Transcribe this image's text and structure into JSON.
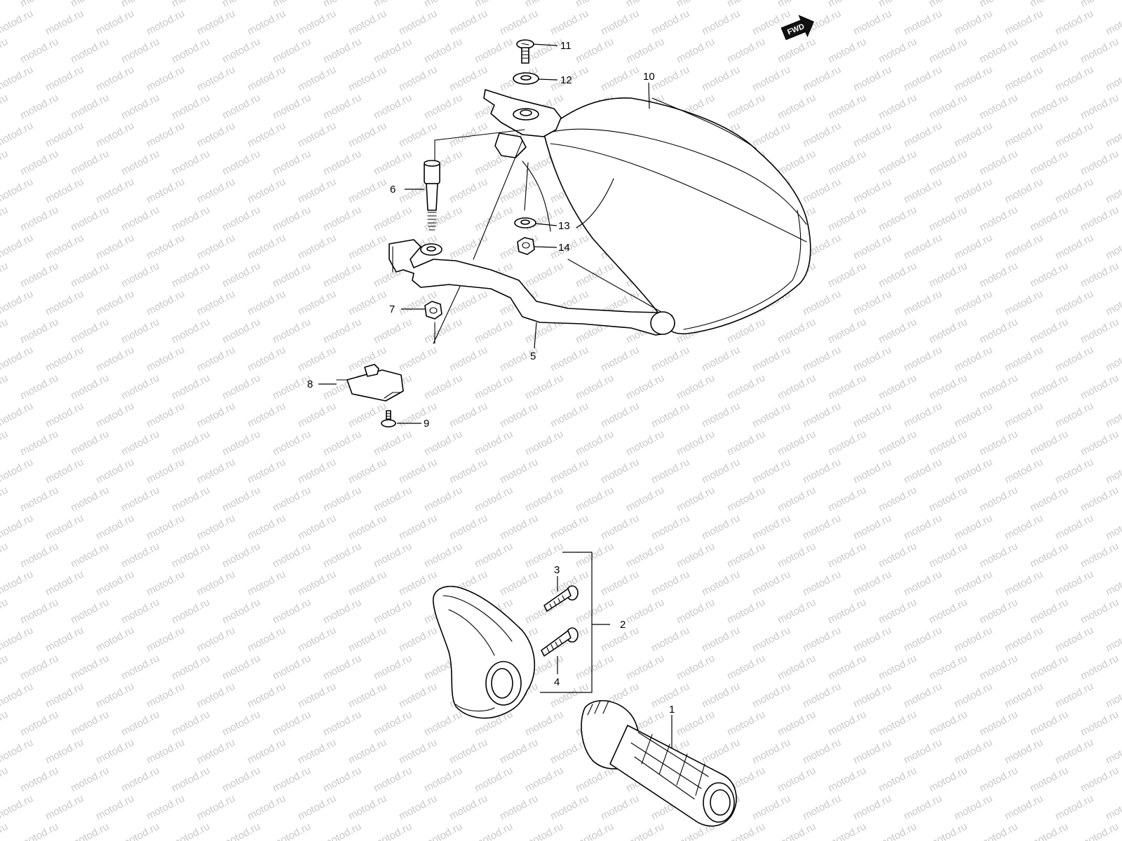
{
  "watermark": {
    "text": "motod.ru"
  },
  "orientation": {
    "fwd_label": "FWD",
    "icon": "arrow-right-icon"
  },
  "callouts": [
    {
      "id": "c1",
      "label": "1",
      "part": "handlebar-grip"
    },
    {
      "id": "c2",
      "label": "2",
      "part": "grip-guard-assy"
    },
    {
      "id": "c3",
      "label": "3",
      "part": "bolt"
    },
    {
      "id": "c4",
      "label": "4",
      "part": "bolt"
    },
    {
      "id": "c5",
      "label": "5",
      "part": "brake-lever"
    },
    {
      "id": "c6",
      "label": "6",
      "part": "pivot-bolt"
    },
    {
      "id": "c7",
      "label": "7",
      "part": "nut"
    },
    {
      "id": "c8",
      "label": "8",
      "part": "brake-switch"
    },
    {
      "id": "c9",
      "label": "9",
      "part": "screw"
    },
    {
      "id": "c10",
      "label": "10",
      "part": "hand-guard"
    },
    {
      "id": "c11",
      "label": "11",
      "part": "screw"
    },
    {
      "id": "c12",
      "label": "12",
      "part": "washer"
    },
    {
      "id": "c13",
      "label": "13",
      "part": "washer"
    },
    {
      "id": "c14",
      "label": "14",
      "part": "nut"
    }
  ],
  "colors": {
    "line": "#000000",
    "watermark": "#c8c8c8",
    "background": "#ffffff"
  }
}
